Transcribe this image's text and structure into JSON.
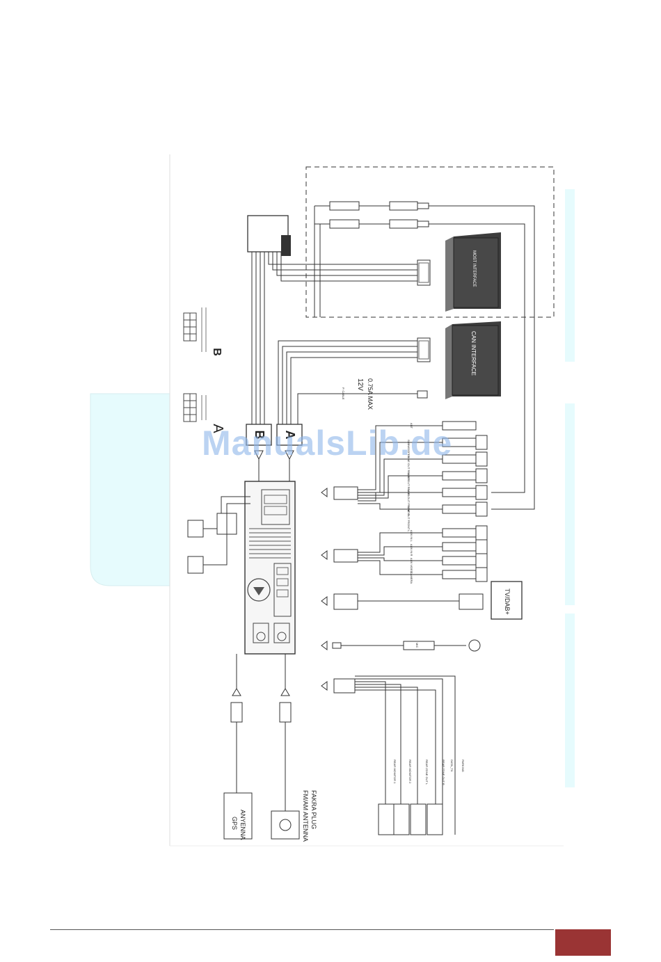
{
  "watermark": "ManualsLib.de",
  "connector_a": "A",
  "connector_b": "B",
  "power_rating": [
    "12V",
    "0.75A MAX"
  ],
  "modules": {
    "most": "MOST INTERFACE",
    "can": "CAN INTERFACE",
    "tv": "TV/DAB+"
  },
  "antennas": {
    "gps": [
      "GPS",
      "ANYENNA"
    ],
    "fm": [
      "FM/AM ANTENNA",
      "FAKRA PLUG"
    ]
  },
  "wire_labels": {
    "mic_small": "MIC",
    "p_cable": "P. CABLE",
    "aux": [
      "AUX IN L",
      "AUX IN R",
      "AUX VIDEO",
      "CAMERA"
    ],
    "line_out": [
      "LINE OUT FRONT L",
      "LINE OUT FRONT R",
      "LINE OUT REAR L",
      "LINE OUT REAR R",
      "SUBWOOFER",
      "ANT"
    ],
    "video_out": [
      "REAR MONITOR 1",
      "REAR MONITOR 2",
      "REAR ZONE OUT L",
      "REAR ZONE OUT R",
      "DATA_TX",
      "PARKING"
    ]
  },
  "colors": {
    "watermark": "#8fb7ea",
    "panel": "#e6fbfd",
    "accent": "#9a3434",
    "ink": "#222222"
  }
}
